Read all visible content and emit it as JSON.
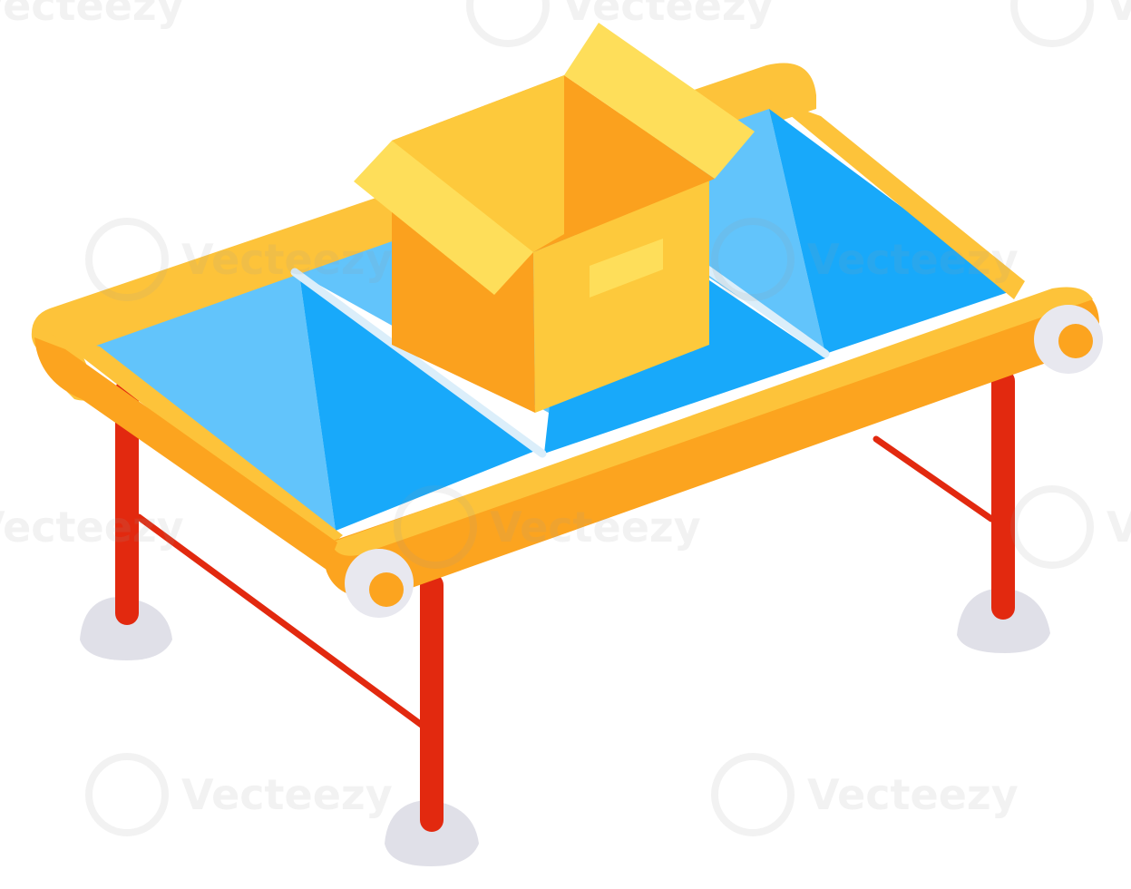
{
  "illustration": {
    "subject": "conveyor-belt-with-open-box",
    "watermark": {
      "text": "Vecteezy",
      "color": "#9e9e9e",
      "opacity": 0.13
    },
    "colors": {
      "background": "#ffffff",
      "frame_yellow": "#fdc33a",
      "frame_orange": "#fca41f",
      "belt_light": "#62c4fb",
      "belt_dark": "#18a9fa",
      "belt_divider": "#dbeefa",
      "leg_red": "#e2290f",
      "foot_shadow": "#e0e0e8",
      "roller_face": "#e8e8ef",
      "roller_hub": "#fca41f",
      "box_light": "#fdc93c",
      "box_dark": "#fba11e",
      "flap_light": "#fede5a",
      "box_label": "#fede5a"
    }
  }
}
